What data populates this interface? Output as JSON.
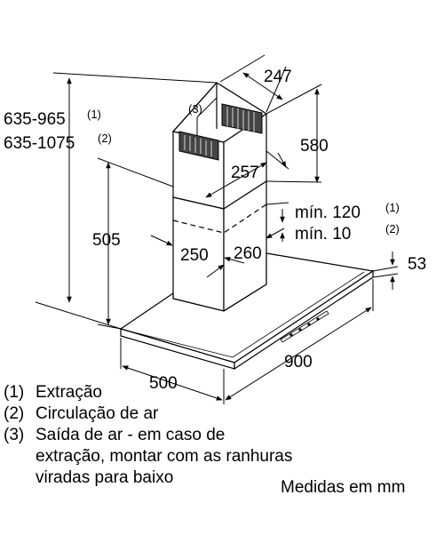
{
  "dimensions": {
    "chimney_width_top": "247",
    "chimney_height_upper": "580",
    "total_height_extraction": "635-965",
    "total_height_extraction_mark": "(1)",
    "total_height_recirculation": "635-1075",
    "total_height_recirculation_mark": "(2)",
    "chimney_depth_upper": "257",
    "height_to_chimney": "505",
    "chimney_width_lower": "250",
    "chimney_depth_lower": "260",
    "min_gap_extraction": "mín. 120",
    "min_gap_extraction_mark": "(1)",
    "min_gap_recirculation": "mín. 10",
    "min_gap_recirculation_mark": "(2)",
    "canopy_thickness": "53",
    "canopy_depth": "500",
    "canopy_width": "900",
    "outlet_callout": "(3)"
  },
  "legend": [
    {
      "number": "(1)",
      "text": "Extração"
    },
    {
      "number": "(2)",
      "text": "Circulação de ar"
    },
    {
      "number": "(3)",
      "text": "Saída de ar - em caso de",
      "continuation": [
        "extração, montar com as ranhuras",
        "viradas para baixo"
      ]
    }
  ],
  "units_note": "Medidas em mm"
}
